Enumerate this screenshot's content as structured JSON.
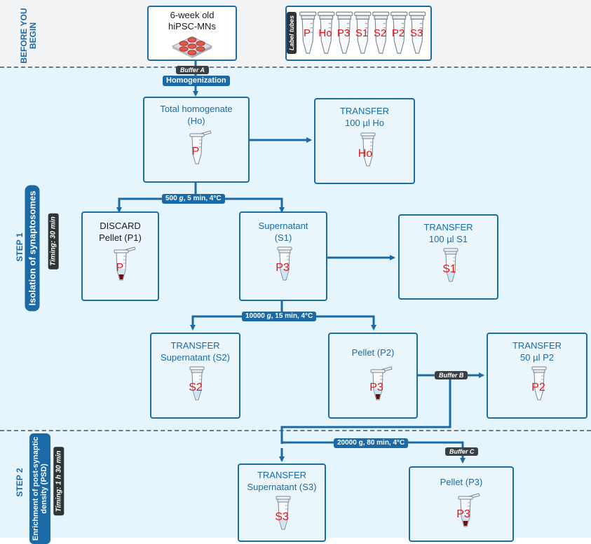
{
  "colors": {
    "band_top": "#f2f3f4",
    "band_step": "#e6f5fc",
    "box_border": "#1a6ea8",
    "arrow": "#1b6aa5",
    "tube_label": "#e4141b",
    "pellet": "#6e0d0d",
    "liquid": "#cfe6f2"
  },
  "sections": {
    "before": "BEFORE YOU BEGIN",
    "step1_title": "STEP 1",
    "step1_subtitle": "Isolation of synaptosomes",
    "step1_timing": "Timing: 30 min",
    "step2_title": "STEP 2",
    "step2_subtitle": "Enrichment of post-synaptic density (PSD)",
    "step2_timing": "Timing: 1 h 30 min"
  },
  "start": {
    "line1": "6-week old",
    "line2": "hiPSC-MNs",
    "icon": "culture-plate-icon"
  },
  "label_tubes": {
    "label": "Label tubes",
    "tubes": [
      "P",
      "Ho",
      "P3",
      "S1",
      "S2",
      "P2",
      "S3"
    ]
  },
  "buffers": {
    "a": "Buffer A",
    "b": "Buffer B",
    "c": "Buffer C"
  },
  "homogenization": "Homogenization",
  "centrifugations": {
    "c1": {
      "speed": "500",
      "g": "g",
      "rest": ", 5 min, 4°C"
    },
    "c2": {
      "speed": "10000",
      "g": "g",
      "rest": ", 15 min, 4°C"
    },
    "c3": {
      "text": "20000 g, 80 min, 4°C"
    }
  },
  "boxes": {
    "total": {
      "line1": "Total homogenate",
      "line2": "(Ho)",
      "tube": "P"
    },
    "transfer_ho": {
      "line1": "TRANSFER",
      "line2": "100 µl Ho",
      "tube": "Ho"
    },
    "discard": {
      "line1": "DISCARD",
      "line2": "Pellet (P1)",
      "tube": "P"
    },
    "s1": {
      "line1": "Supernatant",
      "line2": "(S1)",
      "tube": "P3"
    },
    "transfer_s1": {
      "line1": "TRANSFER",
      "line2": "100 µl S1",
      "tube": "S1"
    },
    "transfer_s2": {
      "line1": "TRANSFER",
      "line2": "Supernatant (S2)",
      "tube": "S2"
    },
    "p2": {
      "line1": "Pellet (P2)",
      "tube": "P3"
    },
    "transfer_p2": {
      "line1": "TRANSFER",
      "line2": "50 µl P2",
      "tube": "P2"
    },
    "transfer_s3": {
      "line1": "TRANSFER",
      "line2": "Supernatant (S3)",
      "tube": "S3"
    },
    "p3": {
      "line1": "Pellet (P3)",
      "tube": "P3"
    }
  }
}
